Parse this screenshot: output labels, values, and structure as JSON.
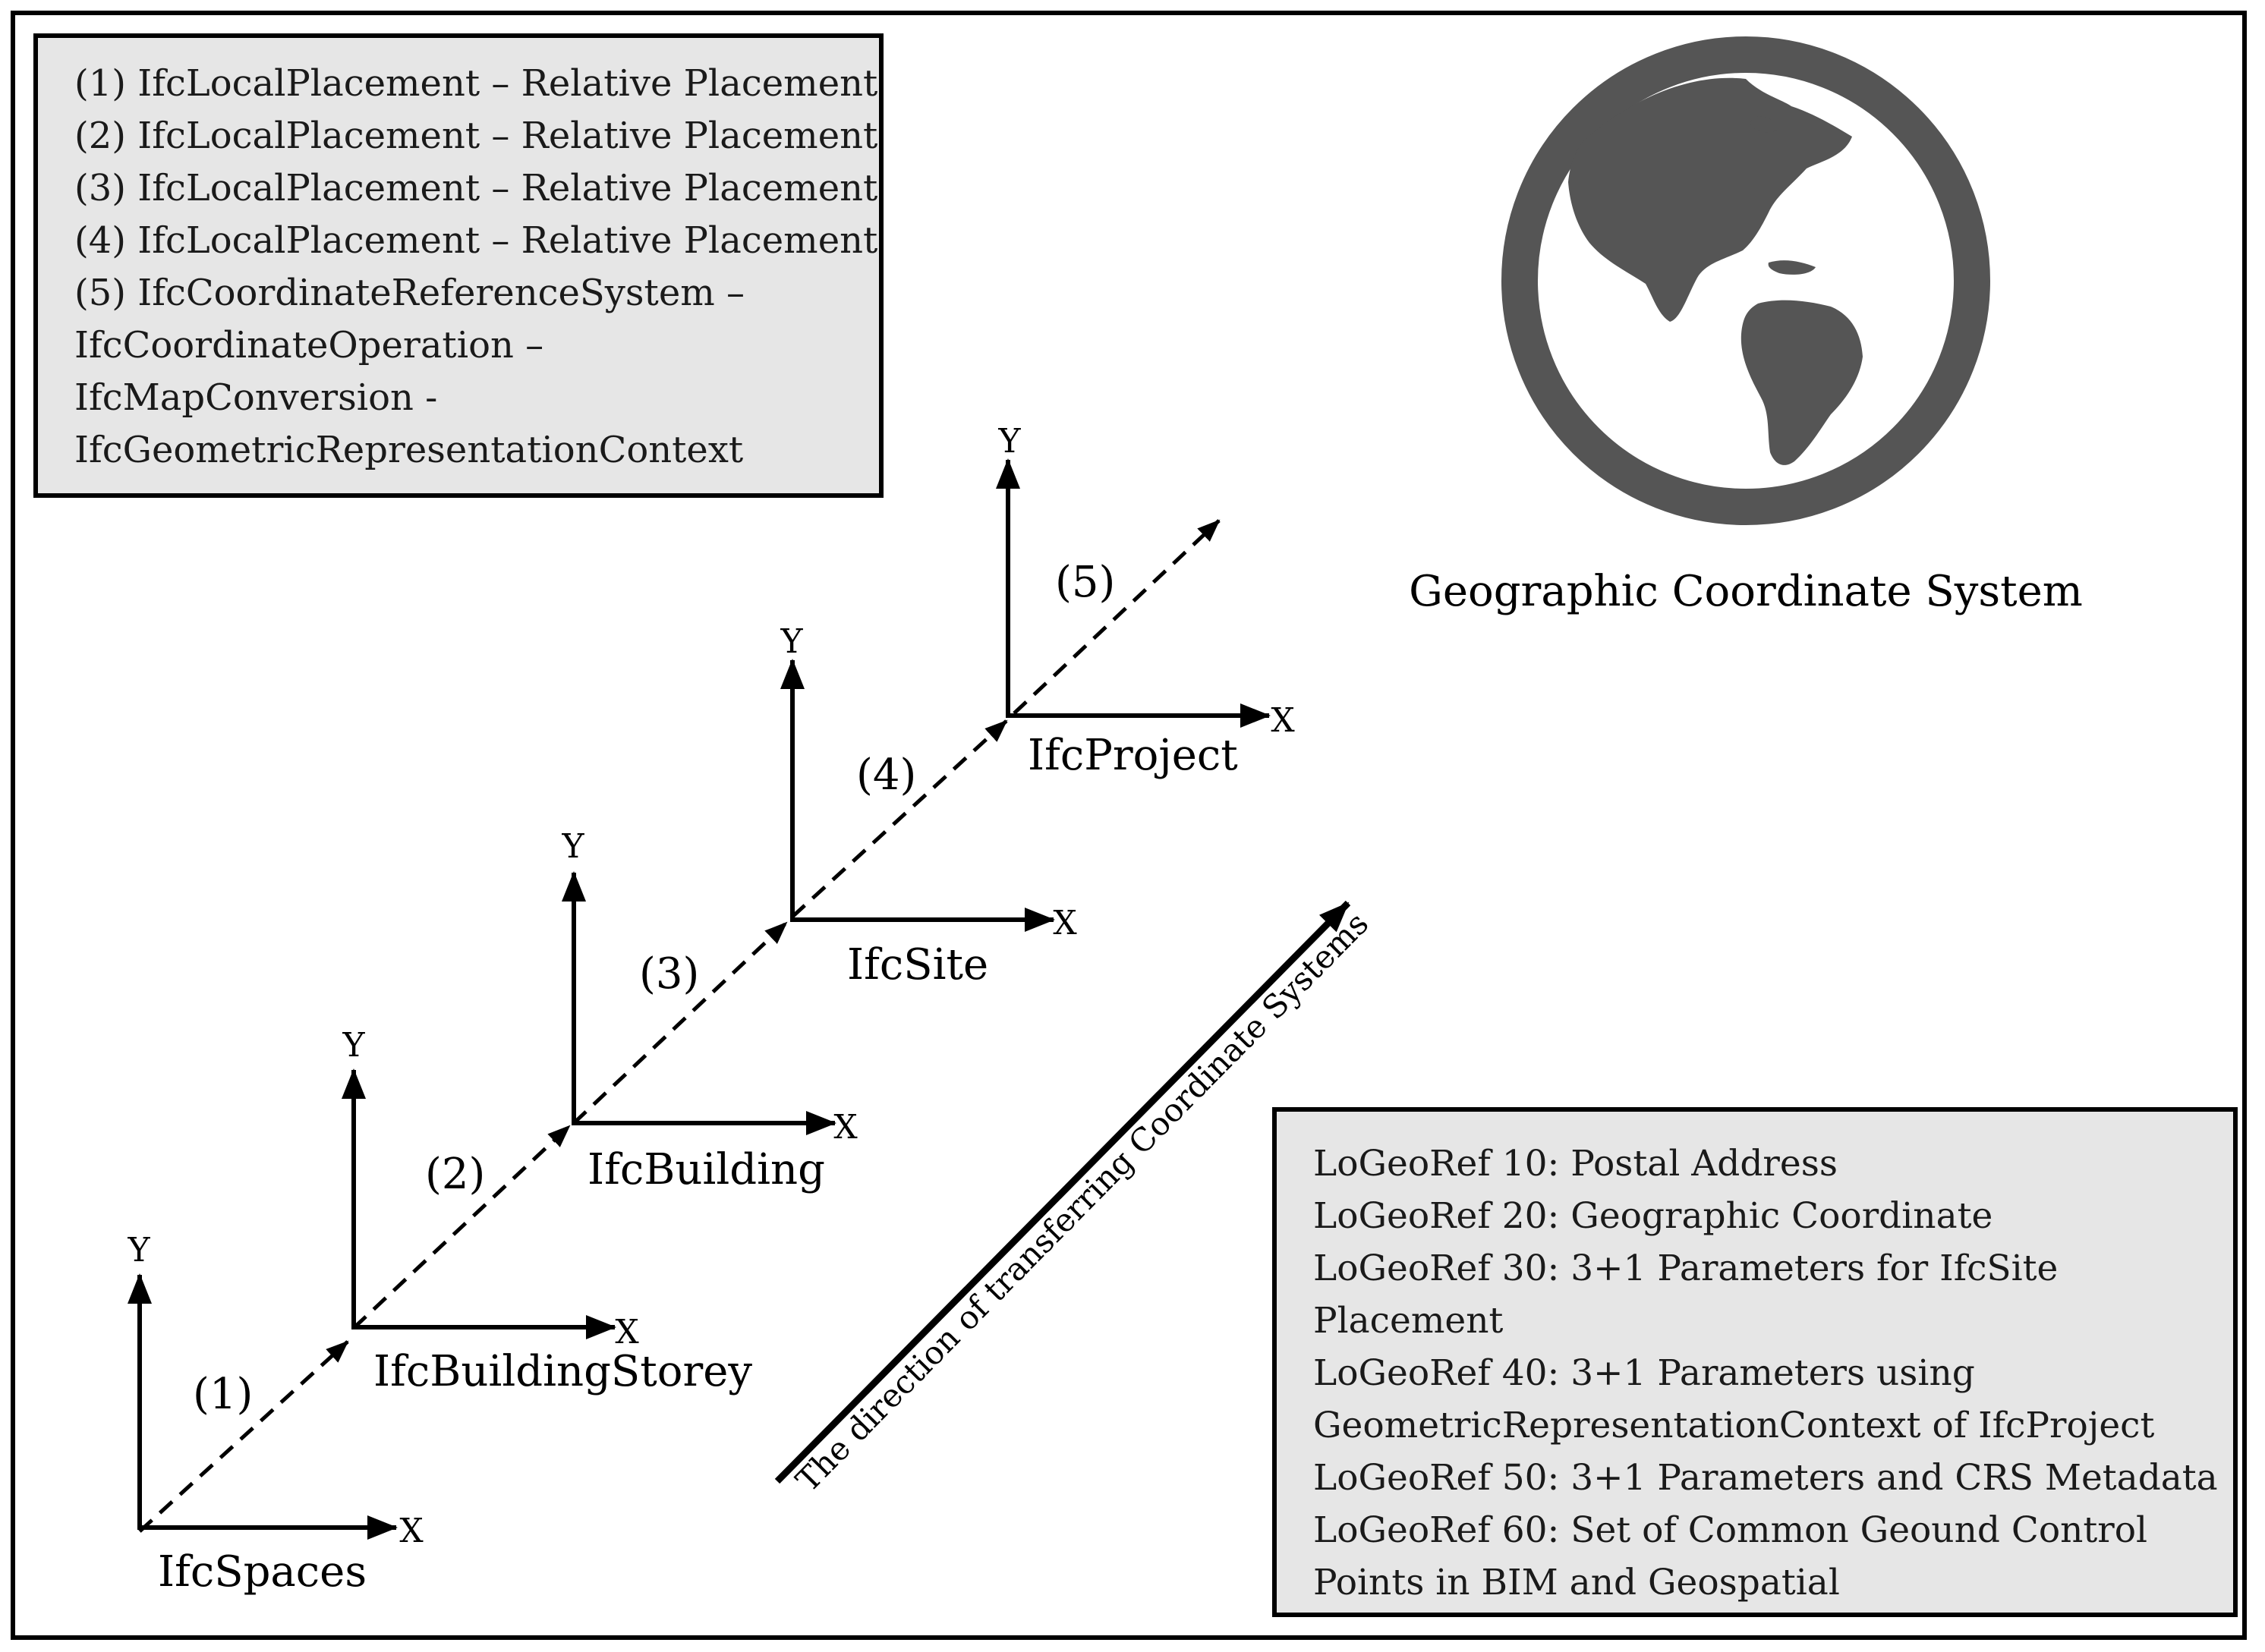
{
  "legend": {
    "lines": [
      "(1) IfcLocalPlacement – Relative Placement",
      "(2) IfcLocalPlacement – Relative Placement",
      "(3) IfcLocalPlacement – Relative Placement",
      "(4) IfcLocalPlacement – Relative Placement",
      "(5) IfcCoordinateReferenceSystem –",
      "IfcCoordinateOperation –",
      "IfcMapConversion -",
      "IfcGeometricRepresentationContext"
    ]
  },
  "globe": {
    "icon": "globe-americas-icon",
    "caption": "Geographic Coordinate System",
    "color": "#555555"
  },
  "coordinate_systems": [
    {
      "label": "IfcSpaces",
      "x_axis": "X",
      "y_axis": "Y"
    },
    {
      "label": "IfcBuildingStorey",
      "x_axis": "X",
      "y_axis": "Y"
    },
    {
      "label": "IfcBuilding",
      "x_axis": "X",
      "y_axis": "Y"
    },
    {
      "label": "IfcSite",
      "x_axis": "X",
      "y_axis": "Y"
    },
    {
      "label": "IfcProject",
      "x_axis": "X",
      "y_axis": "Y"
    }
  ],
  "transfer_labels": [
    "(1)",
    "(2)",
    "(3)",
    "(4)",
    "(5)"
  ],
  "direction_label": "The direction of transferring Coordinate Systems",
  "logeoref": {
    "lines": [
      "LoGeoRef 10: Postal Address",
      "LoGeoRef 20: Geographic Coordinate",
      "LoGeoRef 30: 3+1 Parameters for IfcSite",
      "Placement",
      "LoGeoRef 40: 3+1 Parameters using",
      "GeometricRepresentationContext of IfcProject",
      "LoGeoRef 50: 3+1 Parameters and CRS Metadata",
      "LoGeoRef 60: Set of Common Geound Control",
      "Points in BIM and Geospatial"
    ]
  }
}
